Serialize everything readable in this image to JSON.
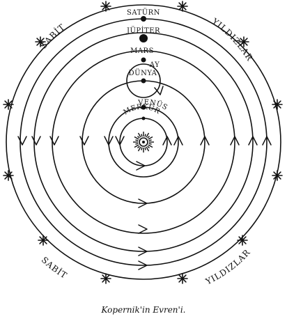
{
  "caption": "Kopernik'in Evren'i.",
  "planets": {
    "saturn": "SATÜRN",
    "jupiter": "JÜPİTER",
    "mars": "MARS",
    "moon": "AY",
    "earth": "DÜNYA",
    "venus": "VENÜS",
    "mercury": "MERKÜR"
  },
  "fixed_stars": {
    "top_left": "SABİT",
    "top_right": "YILDIZLAR",
    "bottom_left": "SABİT",
    "bottom_right": "YILDIZLAR"
  }
}
